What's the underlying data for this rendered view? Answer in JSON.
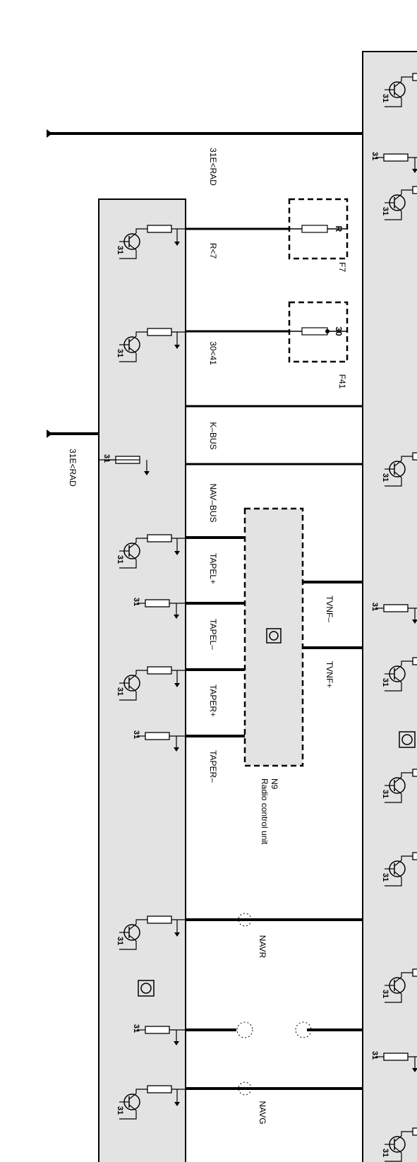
{
  "diagram": {
    "module_label": "N9",
    "module_name": "Radio control unit",
    "wires": {
      "top_ground": "31E<RAD",
      "mid_ground": "31E<RAD",
      "r7": "R<7",
      "d30_41": "30<41",
      "kbus": "K–BUS",
      "navbus": "NAV–BUS",
      "tapel_plus": "TAPEL+",
      "tapel_minus": "TAPEL–",
      "taper_plus": "TAPER+",
      "taper_minus": "TAPER–",
      "tvnf_minus": "TVNF–",
      "tvnf_plus": "TVNF+",
      "navr": "NAVR",
      "navg": "NAVG"
    },
    "fuses": [
      {
        "pin": "R",
        "name": "F7"
      },
      {
        "pin": "30",
        "name": "F41"
      }
    ],
    "ground_label": "31"
  }
}
